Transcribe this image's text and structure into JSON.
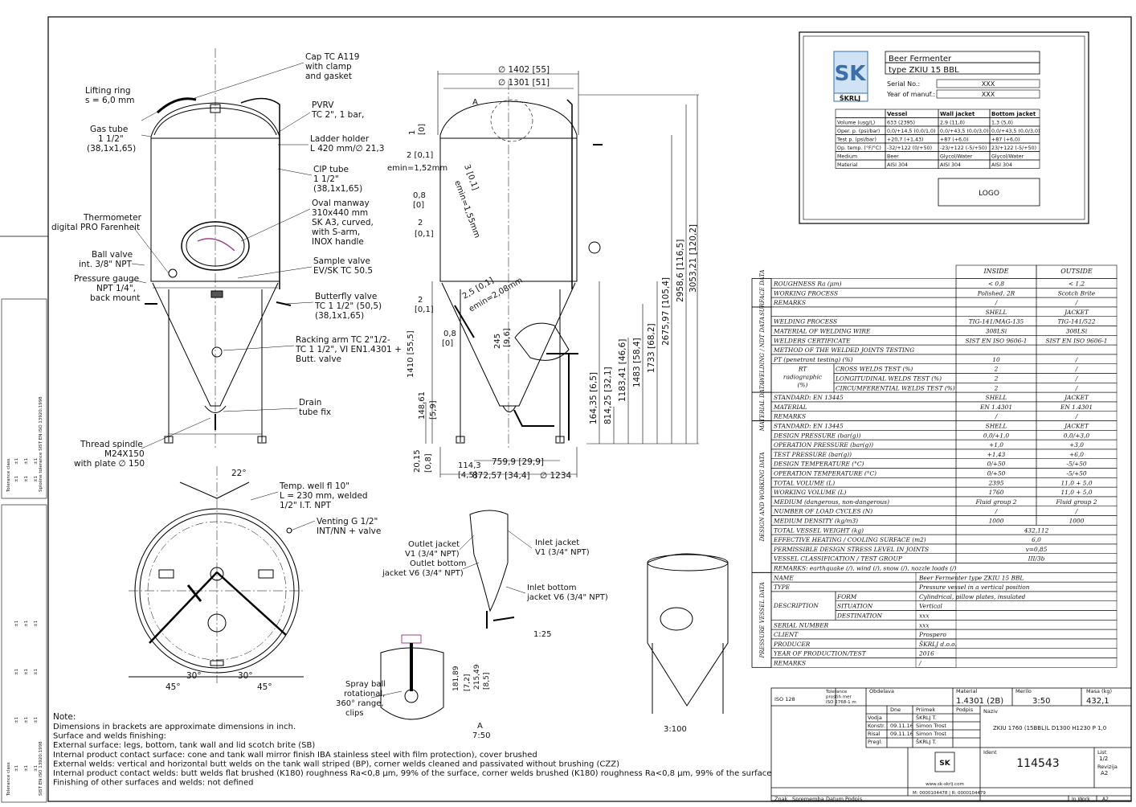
{
  "nameplate": {
    "title1": "Beer Fermenter",
    "title2": "type ZKIU 15 BBL",
    "serial_label": "Serial No.:",
    "serial_value": "XXX",
    "year_label": "Year of manuf.:",
    "year_value": "XXX",
    "brand": "ŠKRLJ",
    "logo_text": "LOGO",
    "headers": [
      "",
      "Vessel",
      "Wall jacket",
      "Bottom jacket"
    ],
    "rows": [
      [
        "Volume (usg/L)",
        "633 (2395)",
        "2,9 (11,0)",
        "1,3 (5,0)"
      ],
      [
        "Oper. p. (psi/bar)",
        "0,0/+14,5 (0,0/1,0)",
        "0,0/+43,5 (0,0/3,0)",
        "0,0/+43,5 (0,0/3,0)"
      ],
      [
        "Test p. (psi/bar)",
        "+20,7 (+1,43)",
        "+87 (+6,0)",
        "+87 (+6,0)"
      ],
      [
        "Op. temp. (°F/°C)",
        "-32/+122 (0/+50)",
        "-23/+122 (-5/+50)",
        "23/+122 (-5/+50)"
      ],
      [
        "Medium",
        "Beer",
        "Glycol/Water",
        "Glycol/Water"
      ],
      [
        "Material",
        "AISI 304",
        "AISI 304",
        "AISI 304"
      ]
    ]
  },
  "callouts_front": [
    "Cap TC A119",
    "with clamp",
    "and gasket",
    "Lifting ring",
    "s = 6,0 mm",
    "PVRV",
    "TC 2\", 1 bar,",
    "Gas tube",
    "1 1/2\"",
    "(38,1x1,65)",
    "Ladder holder",
    "L 420 mm/∅ 21,3",
    "CIP tube",
    "1 1/2\"",
    "(38,1x1,65)",
    "Oval manway",
    "310x440 mm",
    "SK A3, curved,",
    "with S-arm,",
    "INOX handle",
    "Thermometer",
    "digital PRO Farenheit",
    "Ball valve",
    "int. 3/8\" NPT",
    "Sample valve",
    "EV/SK TC 50.5",
    "Pressure gauge",
    "NPT 1/4\",",
    "back mount",
    "Butterfly valve",
    "TC 1 1/2\" (50,5)",
    "(38,1x1,65)",
    "Racking arm TC 2\"1/2-",
    "TC 1 1/2\", VI EN1.4301 +",
    "Butt. valve",
    "Drain",
    "tube fix",
    "Thread spindle",
    "M24X150",
    "with plate ∅ 150"
  ],
  "callouts_top": [
    "22°",
    "Temp. well fl 10\"",
    "L = 230 mm, welded",
    "1/2\" I.T. NPT",
    "Venting G 1/2\"",
    "INT/NN + valve",
    "30°",
    "30°",
    "45°",
    "45°"
  ],
  "callouts_detail": [
    "Outlet jacket",
    "V1 (3/4\" NPT)",
    "Outlet bottom",
    "jacket V6 (3/4\" NPT)",
    "Inlet jacket",
    "V1 (3/4\" NPT)",
    "Inlet bottom",
    "jacket V6 (3/4\" NPT)",
    "1:25",
    "Spray ball",
    "rotational,",
    "360° range,",
    "clips",
    "181,89",
    "[7,2]",
    "215,49",
    "[8,5]",
    "A",
    "7:50",
    "3:100"
  ],
  "dims_side": {
    "top": [
      "∅ 1402 [55]",
      "∅ 1301 [51]",
      "A"
    ],
    "left": [
      "1",
      "[0]",
      "2 [0,1]",
      "emin=1,52mm",
      "3 [0,1]",
      "emin=1,55mm",
      "0,8",
      "[0]",
      "2",
      "[0,1]",
      "2",
      "[0,1]",
      "2,5 [0,1]",
      "emin=2,08mm",
      "0,8",
      "[0]",
      "245",
      "[9,6]",
      "1410 [55,5]",
      "148,61",
      "[5,9]",
      "20,15",
      "[0,8]",
      "114,3",
      "[4,5]"
    ],
    "right": [
      "164,35 [6,5]",
      "814,25 [32,1]",
      "1183,41 [46,6]",
      "1483 [58,4]",
      "1733 [68,2]",
      "2675,97 [105,4]",
      "2958,6 [116,5]",
      "3053,21 [120,2]"
    ],
    "bottom": [
      "759,9 [29,9]",
      "872,57 [34,4]",
      "∅ 1234"
    ]
  },
  "notes": {
    "heading": "Note:",
    "lines": [
      "Dimensions in brackets are approximate dimensions in inch.",
      "Surface and welds finishing:",
      "External surface: legs, bottom, tank wall and lid scotch brite (SB)",
      "Internal product contact surface: cone and tank wall mirror finish IBA stainless steel with film protection), cover brushed",
      "External welds: vertical and horizontal butt welds on the tank wall striped (BP), corner welds cleaned and passivated without brushing (CZZ)",
      "Internal product contact welds: butt welds flat brushed (K180) roughness Ra<0,8 μm, 99% of the surface,  corner welds brushed (K180) roughness Ra<0,8 μm, 99% of the surface",
      "Finishing of other surfaces and welds: not defined"
    ]
  },
  "spec_table": {
    "col_inside": "INSIDE",
    "col_outside": "OUTSIDE",
    "sections": [
      {
        "title": "SURFACE DATA",
        "rows": [
          [
            "ROUGHNESS Ra (μm)",
            "< 0,8",
            "< 1,2"
          ],
          [
            "WORKING PROCESS",
            "Polished, 2R",
            "Scotch Brite"
          ],
          [
            "REMARKS",
            "/",
            "/"
          ]
        ]
      },
      {
        "title": "WELDING / NDT DATA",
        "rows": [
          [
            "",
            "SHELL",
            "JACKET"
          ],
          [
            "WELDING PROCESS",
            "TIG-141/MAG-135",
            "TIG-141/522"
          ],
          [
            "MATERIAL OF WELDING WIRE",
            "308LSi",
            "308LSi"
          ],
          [
            "WELDERS CERTIFICATE",
            "SIST EN ISO 9606-1",
            "SIST EN ISO 9606-1"
          ],
          [
            "METHOD OF THE WELDED JOINTS TESTING",
            "",
            ""
          ],
          [
            "PT (penetrant testing) (%)",
            "10",
            "/"
          ]
        ],
        "rt_label": [
          "RT",
          "radiographic",
          "(%)"
        ],
        "rt_rows": [
          [
            "CROSS WELDS TEST (%)",
            "2",
            "/"
          ],
          [
            "LONGITUDINAL WELDS TEST (%)",
            "2",
            "/"
          ],
          [
            "CIRCUMFERENTIAL WELDS TEST (%)",
            "2",
            "/"
          ]
        ]
      },
      {
        "title": "MATERIAL DATA",
        "rows": [
          [
            "STANDARD: EN 13445",
            "SHELL",
            "JACKET"
          ],
          [
            "MATERIAL",
            "EN 1.4301",
            "EN 1.4301"
          ],
          [
            "REMARKS",
            "/",
            "/"
          ]
        ]
      },
      {
        "title": "DESIGN AND WORKING DATA",
        "rows": [
          [
            "STANDARD: EN 13445",
            "SHELL",
            "JACKET"
          ],
          [
            "DESIGN PRESSURE (bar(g))",
            "0,0/+1,0",
            "0,0/+3,0"
          ],
          [
            "OPERATION PRESSURE (bar(g))",
            "+1,0",
            "+3,0"
          ],
          [
            "TEST PRESSURE (bar(g))",
            "+1,43",
            "+6,0"
          ],
          [
            "DESIGN TEMPERATURE (°C)",
            "0/+50",
            "-5/+50"
          ],
          [
            "OPERATION TEMPERATURE (°C)",
            "0/+50",
            "-5/+50"
          ],
          [
            "TOTAL VOLUME (L)",
            "2395",
            "11,0 + 5,0"
          ],
          [
            "WORKING VOLUME (L)",
            "1760",
            "11,0 + 5,0"
          ],
          [
            "MEDIUM (dangerous, non-dangerous)",
            "Fluid group 2",
            "Fluid group 2"
          ],
          [
            "NUMBER OF LOAD CYCLES (N)",
            "/",
            "/"
          ],
          [
            "MEDIUM DENSITY (kg/m3)",
            "1000",
            "1000"
          ]
        ],
        "wide_rows": [
          [
            "TOTAL VESSEL WEIGHT (kg)",
            "432,112"
          ],
          [
            "EFFECTIVE HEATING / COOLING SURFACE (m2)",
            "6,0"
          ],
          [
            "PERMISSIBLE DESIGN STRESS LEVEL IN JOINTS",
            "v=0,85"
          ],
          [
            "VESSEL CLASSIFICATION / TEST GROUP",
            "III/3b"
          ]
        ],
        "remarks_line": "REMARKS: earthquake (/), wind (/), snow (/), nozzle loads (/)"
      },
      {
        "title": "PRESSURE VESSEL DATA",
        "rows": [
          [
            "NAME",
            "Beer Fermenter  type ZKIU 15 BBL"
          ],
          [
            "TYPE",
            "Pressure vessel in a vertical position"
          ],
          [
            "FORM",
            "Cylindrical, pillow plates, insulated"
          ],
          [
            "SITUATION",
            "Vertical"
          ],
          [
            "DESTINATION",
            "xxx"
          ],
          [
            "SERIAL NUMBER",
            "xxx"
          ],
          [
            "CLIENT",
            "Prospero"
          ],
          [
            "PRODUCER",
            "ŠKRLJ d.o.o."
          ],
          [
            "YEAR OF PRODUCTION/TEST",
            "2016"
          ],
          [
            "REMARKS",
            "/"
          ]
        ],
        "description_label": "DESCRIPTION"
      }
    ]
  },
  "title_block": {
    "iso_label": "ISO 128",
    "tolerance": [
      "Tolerance",
      "prostih mer",
      "ISO 2768-1 m"
    ],
    "obdelava": "Obdelava",
    "material_label": "Material",
    "material": "1.4301 (2B)",
    "merilo_label": "Merilo",
    "merilo": "3:50",
    "masa_label": "Masa (kg)",
    "masa": "432,1",
    "people_headers": [
      "",
      "Dne",
      "Priimek",
      "Podpis"
    ],
    "people": [
      [
        "Vodja",
        "",
        "ŠKRLJ T.",
        ""
      ],
      [
        "Konstr.",
        "09.11.16",
        "Simon Trost",
        ""
      ],
      [
        "Risal",
        "09.11.16",
        "Simon Trost",
        ""
      ],
      [
        "Pregl.",
        "",
        "ŠKRLJ T.",
        ""
      ]
    ],
    "naziv_label": "Naziv",
    "naziv": "ZKIU 1760 (15BBL)L D1300 H1230 P 1,0",
    "ident_label": "Ident",
    "ident": "114543",
    "list_label": "List",
    "list": "1/2",
    "revizija_label": "Revizija",
    "revizija": "A2",
    "web": "www.sk-skrlj.com",
    "file": "M: 0000104478 | R: 0000104479",
    "footer": [
      "Znak",
      "Sprememba",
      "Datum",
      "Podpis"
    ],
    "in_work": "In Work",
    "in_work_rev": "A2"
  },
  "side_strip": {
    "tol_left_label": "Tolerance class",
    "tol_left_values": [
      "±1",
      "±1",
      "±1",
      "±1",
      "±1",
      "±1"
    ],
    "left_text": "Splošne tolerance SIST EN ISO 13920:1998",
    "tol_right_label": "Tolerance class",
    "tol_right_values": [
      "±1",
      "±1",
      "±1",
      "±1",
      "±1",
      "±1",
      "±1",
      "±1",
      "±1",
      "±1",
      "±1",
      "±1"
    ],
    "right_text": "SIST EN ISO 13920:1998"
  }
}
